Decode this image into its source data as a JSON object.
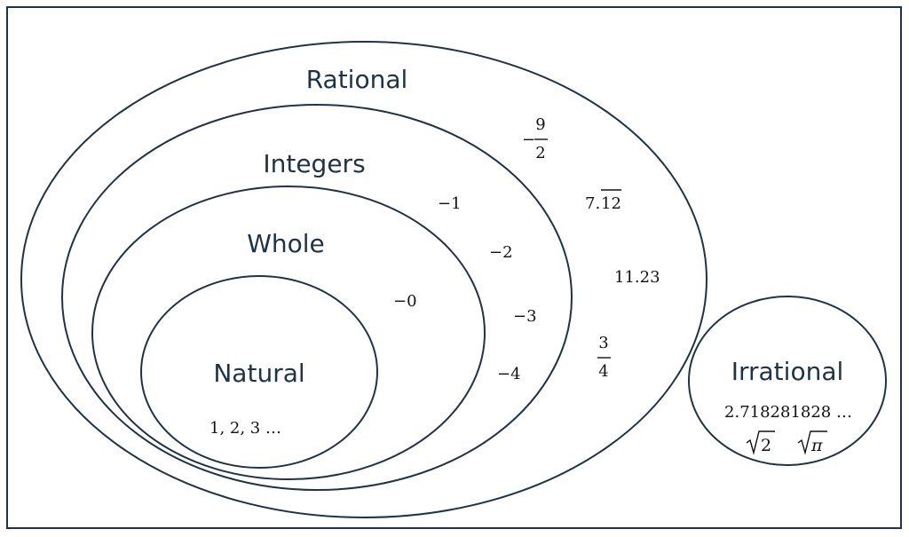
{
  "sets": {
    "rational": "Rational",
    "integers": "Integers",
    "whole": "Whole",
    "natural": "Natural",
    "irrational": "Irrational"
  },
  "examples": {
    "rational_frac_num": "9",
    "rational_frac_den": "2",
    "rational_repeat_whole": "7.",
    "rational_repeat_digits": "12",
    "rational_decimal": "11.23",
    "rational_frac2_num": "3",
    "rational_frac2_den": "4",
    "integer_1": "−1",
    "integer_2": "−2",
    "integer_3": "−3",
    "integer_4": "−4",
    "whole_zero": "−0",
    "natural_list": "1, 2, 3 …",
    "irrational_e": "2.718281828 …",
    "irrational_sqrt2": "2",
    "irrational_sqrtpi": "π"
  },
  "colors": {
    "border": "#1f3347",
    "label": "#1f3347"
  }
}
